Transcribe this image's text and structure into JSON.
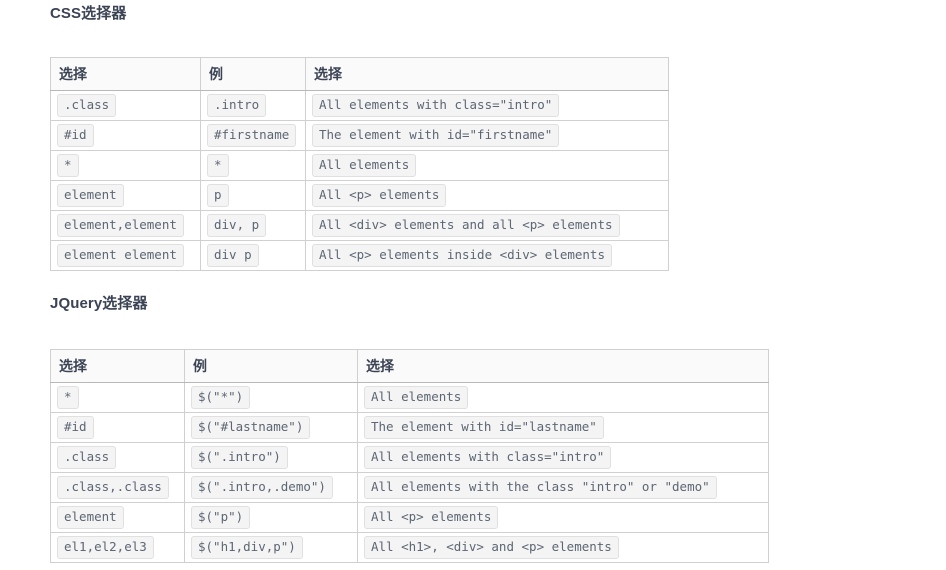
{
  "sections": [
    {
      "id": "css",
      "title": "CSS选择器",
      "table": {
        "headers": [
          "选择",
          "例",
          "选择"
        ],
        "rows": [
          [
            ".class",
            ".intro",
            "All elements with class=\"intro\""
          ],
          [
            "#id",
            "#firstname",
            "The element with id=\"firstname\""
          ],
          [
            "*",
            "*",
            "All elements"
          ],
          [
            "element",
            "p",
            "All <p> elements"
          ],
          [
            "element,element",
            "div, p",
            "All <div> elements and all <p> elements"
          ],
          [
            "element element",
            "div p",
            "All <p> elements inside <div> elements"
          ]
        ]
      }
    },
    {
      "id": "jquery",
      "title": "JQuery选择器",
      "table": {
        "headers": [
          "选择",
          "例",
          "选择"
        ],
        "rows": [
          [
            "*",
            "$(\"*\")",
            "All elements"
          ],
          [
            "#id",
            "$(\"#lastname\")",
            "The element with id=\"lastname\""
          ],
          [
            ".class",
            "$(\".intro\")",
            "All elements with class=\"intro\""
          ],
          [
            ".class,.class",
            "$(\".intro,.demo\")",
            "All elements with the class \"intro\" or \"demo\""
          ],
          [
            "element",
            "$(\"p\")",
            "All <p> elements"
          ],
          [
            "el1,el2,el3",
            "$(\"h1,div,p\")",
            "All <h1>, <div> and <p> elements"
          ]
        ]
      }
    }
  ],
  "colors": {
    "heading": "#3b4354",
    "code_text": "#5d6673",
    "chip_bg": "#f4f4f4",
    "chip_border": "#e0e0e0",
    "table_border": "#b8b8b8",
    "cell_border": "#d0d0d0",
    "header_bg": "#fafafa",
    "page_bg": "#ffffff"
  }
}
